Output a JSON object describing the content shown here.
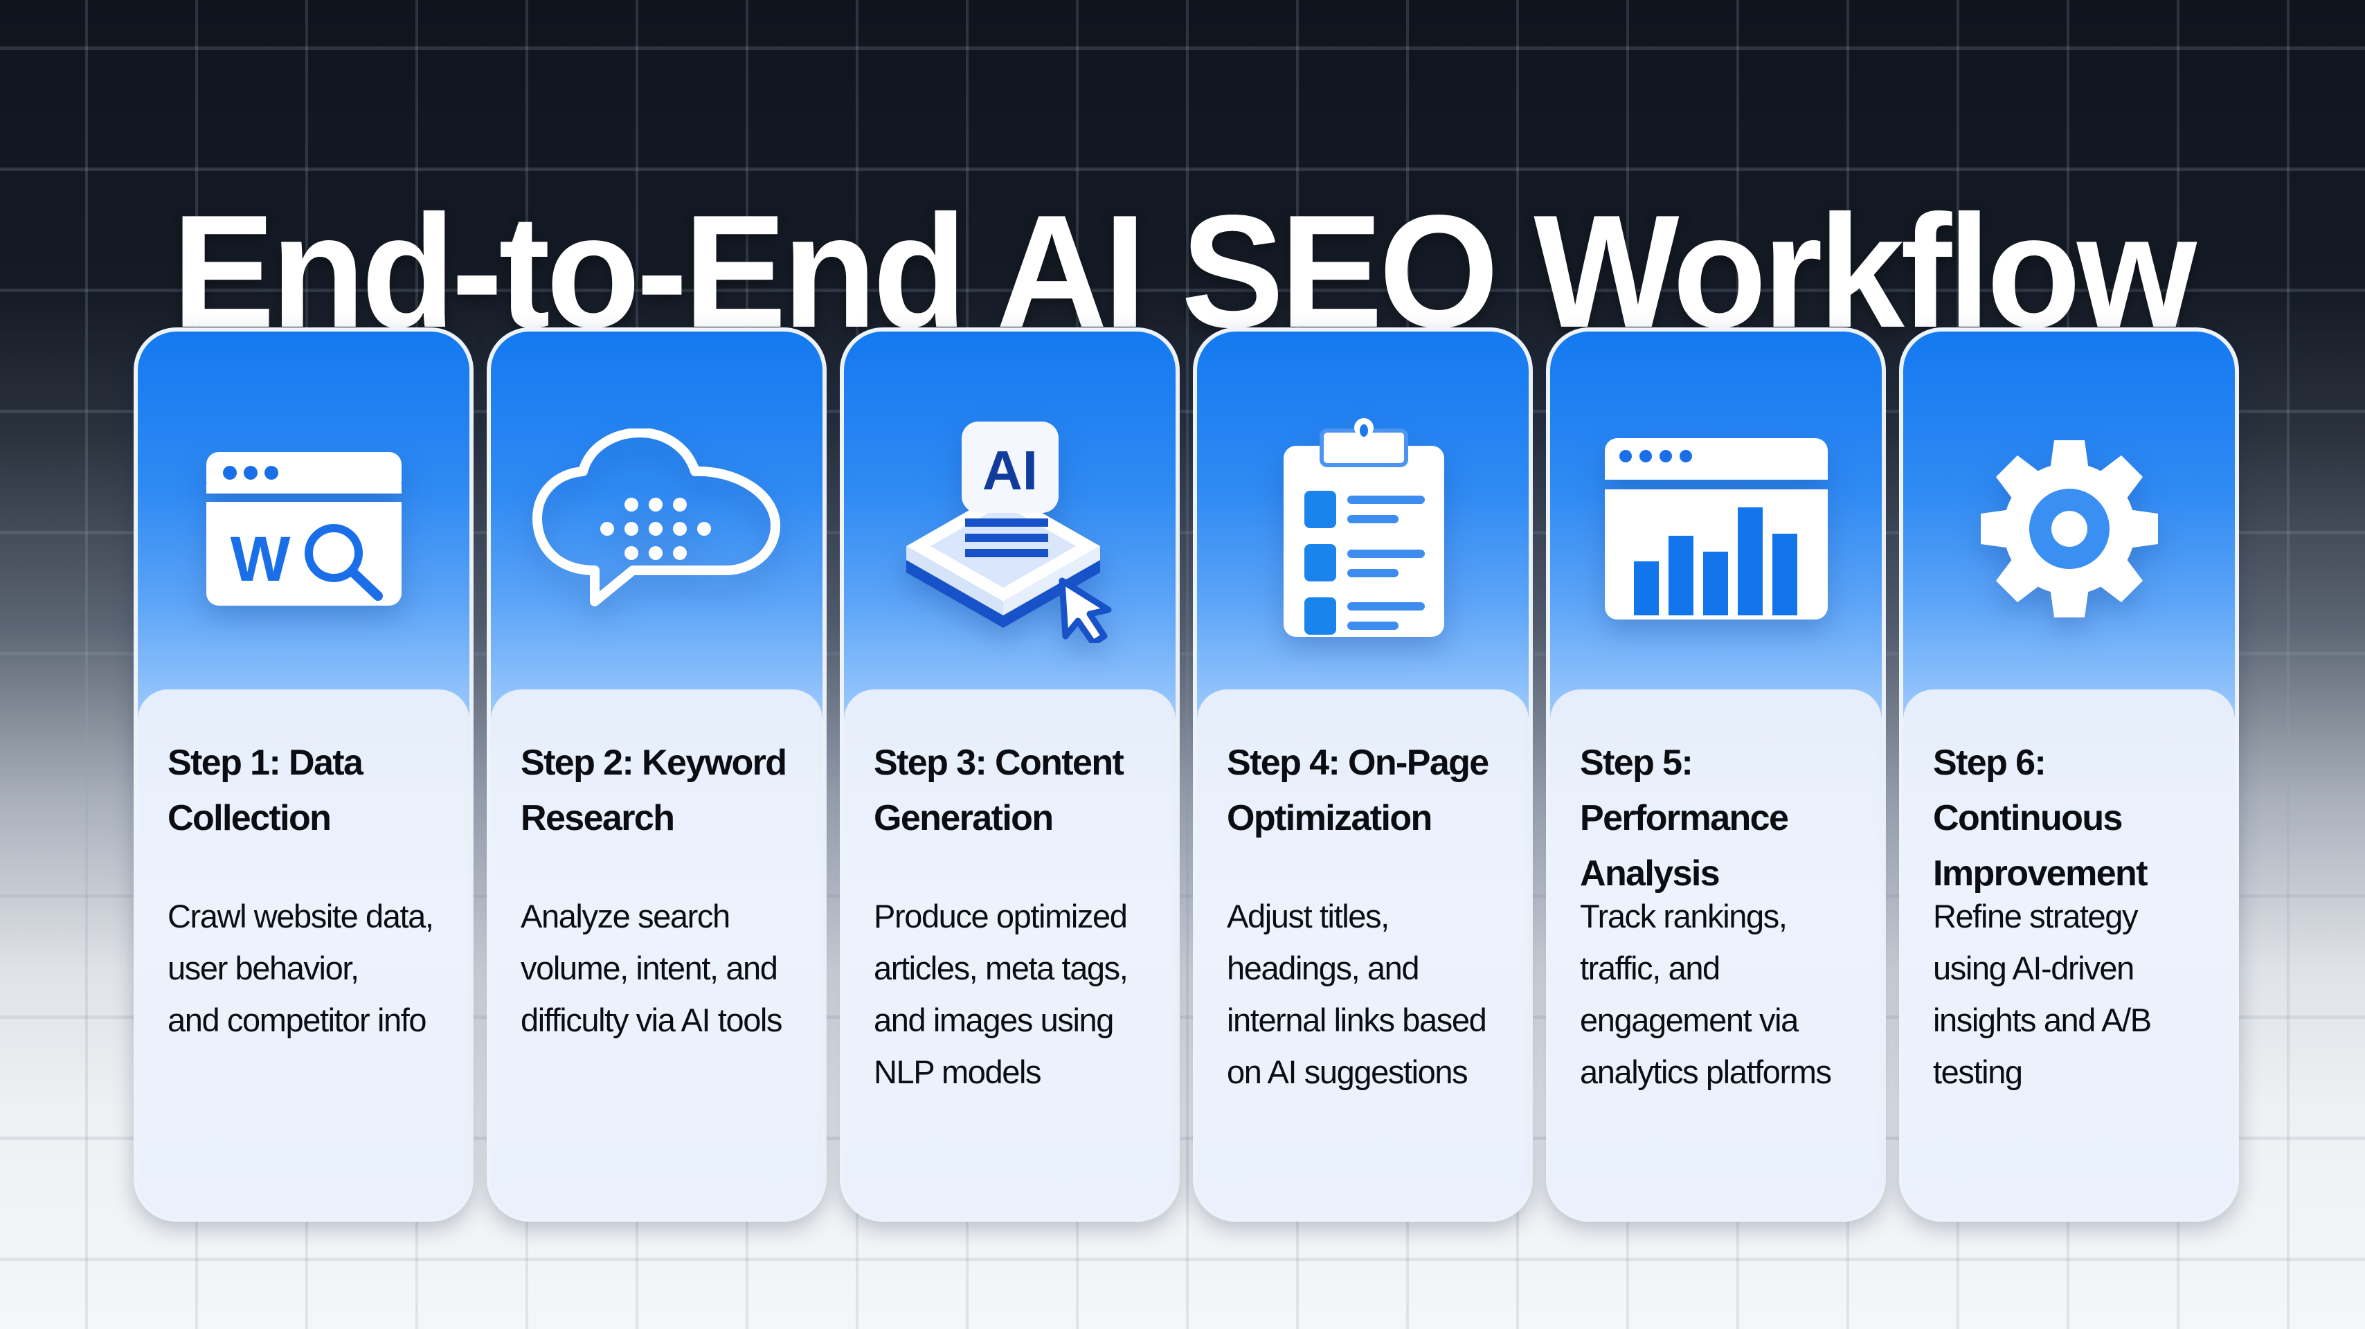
{
  "title": "End-to-End AI SEO Workflow",
  "colors": {
    "background_top": "#0f141d",
    "background_bottom": "#f5f6f8",
    "card_blue_top": "#1479f0",
    "card_blue_bottom": "#a9d1fd",
    "panel": "#eaf1fc",
    "icon_blue": "#1a6fe8",
    "text": "#0b0d12"
  },
  "steps": [
    {
      "title": "Step 1: Data\nCollection",
      "description": "Crawl website data,\nuser behavior,\nand competitor info",
      "icon": "browser-search-icon"
    },
    {
      "title": "Step 2: Keyword\nResearch",
      "description": "Analyze search\nvolume, intent, and\ndifficulty via AI tools",
      "icon": "cloud-chat-icon"
    },
    {
      "title": "Step 3: Content\nGeneration",
      "description": "Produce optimized\narticles, meta tags,\nand images using\nNLP models",
      "icon": "ai-content-click-icon"
    },
    {
      "title": "Step 4: On-Page\nOptimization",
      "description": "Adjust titles,\nheadings, and\ninternal links based\non AI suggestions",
      "icon": "clipboard-checklist-icon"
    },
    {
      "title": "Step 5: Performance\nAnalysis",
      "description": "Track rankings,\ntraffic, and\nengagement via\nanalytics platforms",
      "icon": "browser-bar-chart-icon"
    },
    {
      "title": "Step 6: Continuous\nImprovement",
      "description": "Refine strategy\nusing AI-driven\ninsights and A/B\ntesting",
      "icon": "gear-icon"
    }
  ],
  "icon_labels": {
    "browser_search_letter": "W",
    "ai_badge": "AI"
  }
}
